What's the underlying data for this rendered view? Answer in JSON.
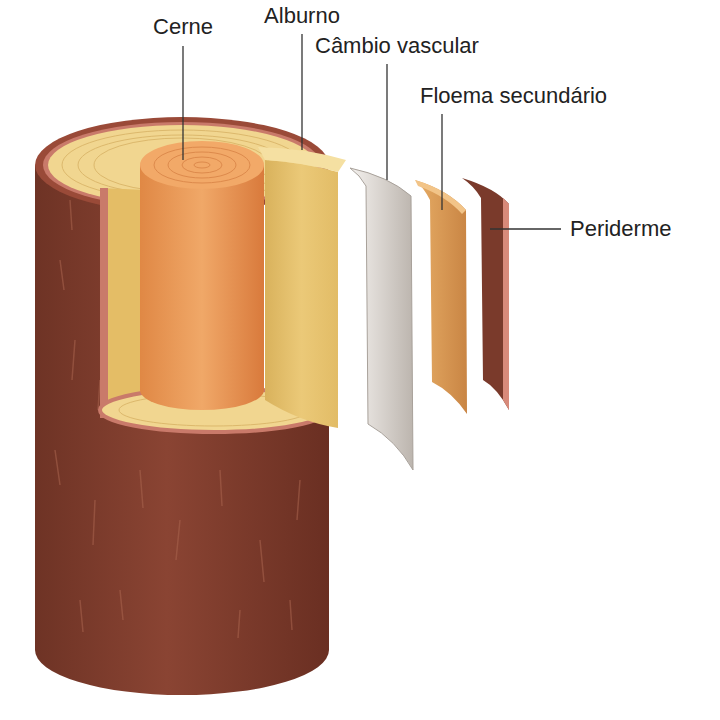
{
  "diagram": {
    "labels": [
      "Cerne",
      "Alburno",
      "Câmbio vascular",
      "Floema secundário",
      "Periderme"
    ]
  }
}
